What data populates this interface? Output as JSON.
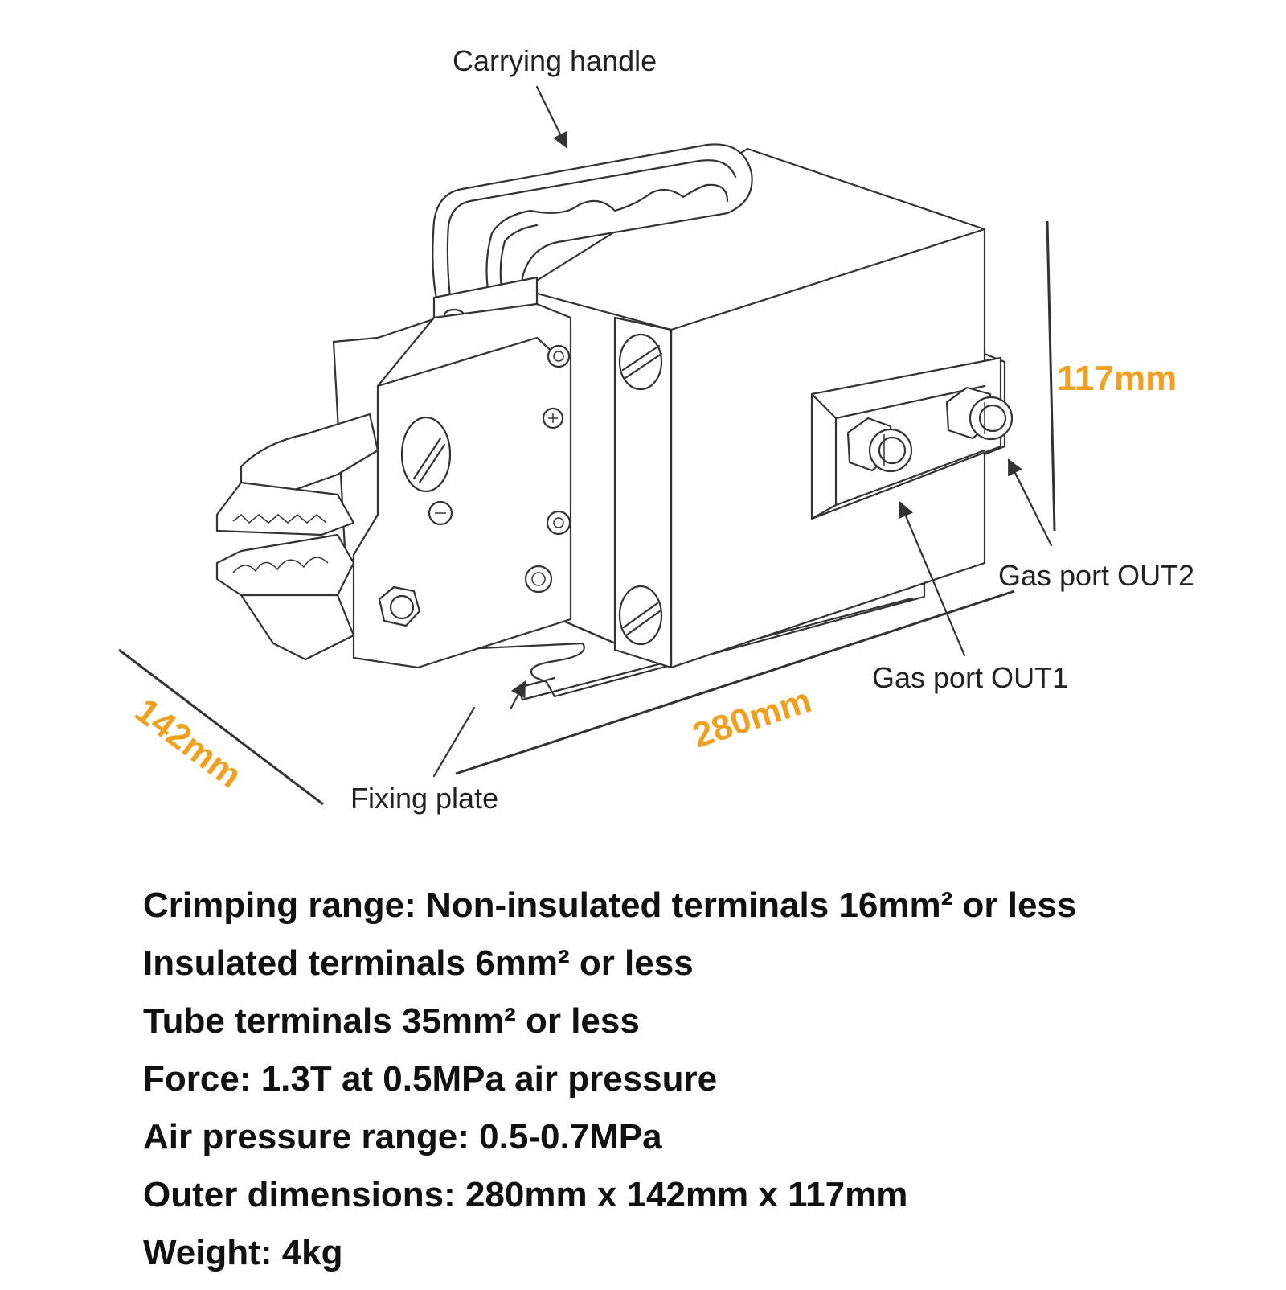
{
  "diagram": {
    "labels": {
      "carrying_handle": "Carrying handle",
      "gas_port_out2": "Gas port OUT2",
      "gas_port_out1": "Gas port OUT1",
      "fixing_plate": "Fixing plate"
    },
    "dimensions": {
      "height": "117mm",
      "length": "280mm",
      "width": "142mm"
    },
    "dimension_color": "#f0a020",
    "line_color": "#333333"
  },
  "specs": [
    "Crimping range: Non-insulated terminals 16mm² or less",
    "Insulated terminals 6mm² or less",
    "Tube terminals 35mm² or less",
    "Force: 1.3T at 0.5MPa air pressure",
    "Air pressure range: 0.5-0.7MPa",
    "Outer dimensions: 280mm x 142mm x 117mm",
    "Weight: 4kg"
  ]
}
